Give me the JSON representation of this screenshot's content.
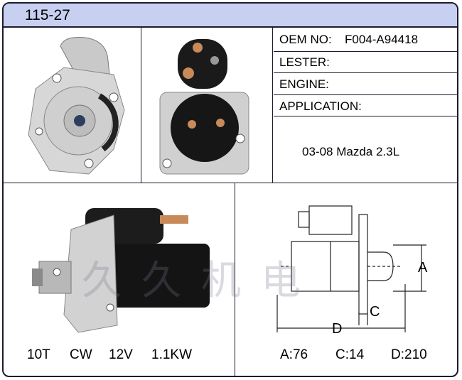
{
  "header": {
    "part_number": "115-27"
  },
  "specs": {
    "oem_label": "OEM NO:",
    "oem_value": "F004-A94418",
    "lester_label": "LESTER:",
    "engine_label": "ENGINE:",
    "application_label": "APPLICATION:",
    "application_value": "03-08 Mazda 2.3L"
  },
  "ratings": {
    "teeth": "10T",
    "rotation": "CW",
    "voltage": "12V",
    "power": "1.1KW"
  },
  "dimensions": {
    "a_label": "A",
    "c_label": "C",
    "d_label": "D",
    "a_value": "A:76",
    "c_value": "C:14",
    "d_value": "D:210"
  },
  "watermark": {
    "text": "久久机电"
  }
}
